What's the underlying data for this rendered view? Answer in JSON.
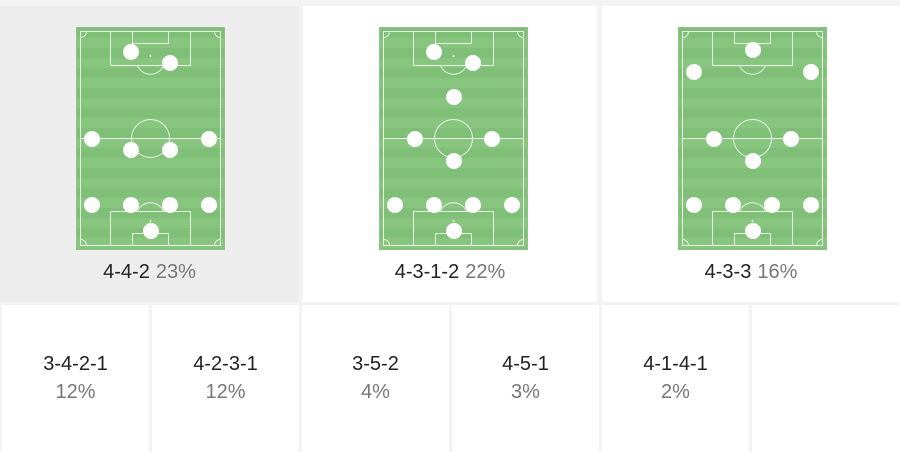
{
  "top_formations": [
    {
      "name": "4-4-2",
      "percent": "23%",
      "selected": true,
      "players": [
        [
          0.37,
          0.11
        ],
        [
          0.63,
          0.16
        ],
        [
          0.1,
          0.5
        ],
        [
          0.37,
          0.55
        ],
        [
          0.63,
          0.55
        ],
        [
          0.9,
          0.5
        ],
        [
          0.1,
          0.8
        ],
        [
          0.37,
          0.8
        ],
        [
          0.63,
          0.8
        ],
        [
          0.9,
          0.8
        ],
        [
          0.5,
          0.92
        ]
      ]
    },
    {
      "name": "4-3-1-2",
      "percent": "22%",
      "selected": false,
      "players": [
        [
          0.37,
          0.11
        ],
        [
          0.63,
          0.16
        ],
        [
          0.5,
          0.31
        ],
        [
          0.24,
          0.5
        ],
        [
          0.5,
          0.6
        ],
        [
          0.76,
          0.5
        ],
        [
          0.1,
          0.8
        ],
        [
          0.37,
          0.8
        ],
        [
          0.63,
          0.8
        ],
        [
          0.9,
          0.8
        ],
        [
          0.5,
          0.92
        ]
      ]
    },
    {
      "name": "4-3-3",
      "percent": "16%",
      "selected": false,
      "players": [
        [
          0.1,
          0.2
        ],
        [
          0.5,
          0.1
        ],
        [
          0.9,
          0.2
        ],
        [
          0.24,
          0.5
        ],
        [
          0.5,
          0.6
        ],
        [
          0.76,
          0.5
        ],
        [
          0.1,
          0.8
        ],
        [
          0.37,
          0.8
        ],
        [
          0.63,
          0.8
        ],
        [
          0.9,
          0.8
        ],
        [
          0.5,
          0.92
        ]
      ]
    }
  ],
  "bottom_formations": [
    {
      "name": "3-4-2-1",
      "percent": "12%"
    },
    {
      "name": "4-2-3-1",
      "percent": "12%"
    },
    {
      "name": "3-5-2",
      "percent": "4%"
    },
    {
      "name": "4-5-1",
      "percent": "3%"
    },
    {
      "name": "4-1-4-1",
      "percent": "2%"
    }
  ]
}
